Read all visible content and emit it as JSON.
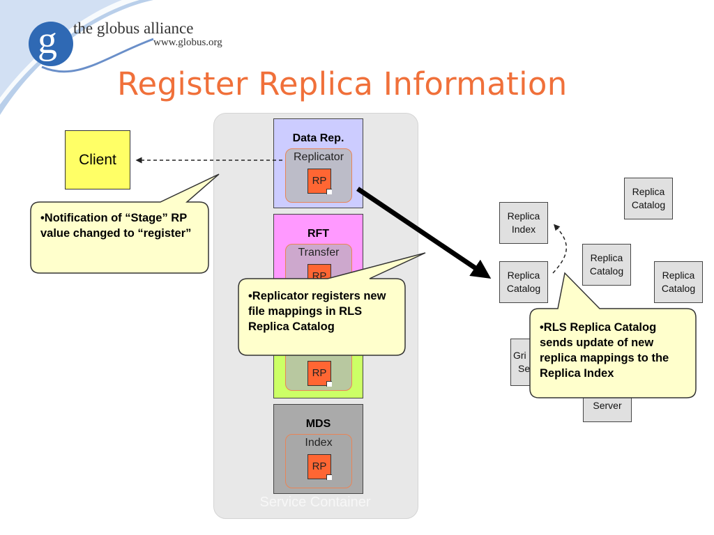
{
  "logo": {
    "letter": "g",
    "name": "the globus alliance",
    "url": "www.globus.org"
  },
  "title": "Register Replica Information",
  "container": {
    "label": "Service Container"
  },
  "services": {
    "data_rep": {
      "title": "Data Rep.",
      "inner": "Replicator",
      "rp": "RP"
    },
    "rft": {
      "title": "RFT",
      "inner": "Transfer",
      "rp": "RP"
    },
    "third": {
      "rp": "RP"
    },
    "mds": {
      "title": "MDS",
      "inner": "Index",
      "rp": "RP"
    }
  },
  "client": {
    "label": "Client"
  },
  "replica_boxes": {
    "index": "Replica Index",
    "catalog_main": "Replica Catalog",
    "catalog_top_right": "Replica Catalog",
    "catalog_middle": "Replica Catalog",
    "catalog_right": "Replica Catalog",
    "grid_server_partial_1": "Gri",
    "grid_server_partial_2": "Se",
    "server": "Server"
  },
  "callouts": {
    "notification": "•Notification of “Stage” RP value changed to “register”",
    "replicator": "•Replicator registers new file mappings in RLS Replica Catalog",
    "rls": "•RLS Replica Catalog sends update of new replica mappings to the Replica Index"
  },
  "colors": {
    "title": "#f0703a",
    "client": "#ffff66",
    "data_rep_box": "#ccccff",
    "rft_box": "#ff99ff",
    "third_box": "#ccff66",
    "mds_box": "#aaaaaa",
    "rp": "#ff6633",
    "callout": "#ffffcc"
  }
}
